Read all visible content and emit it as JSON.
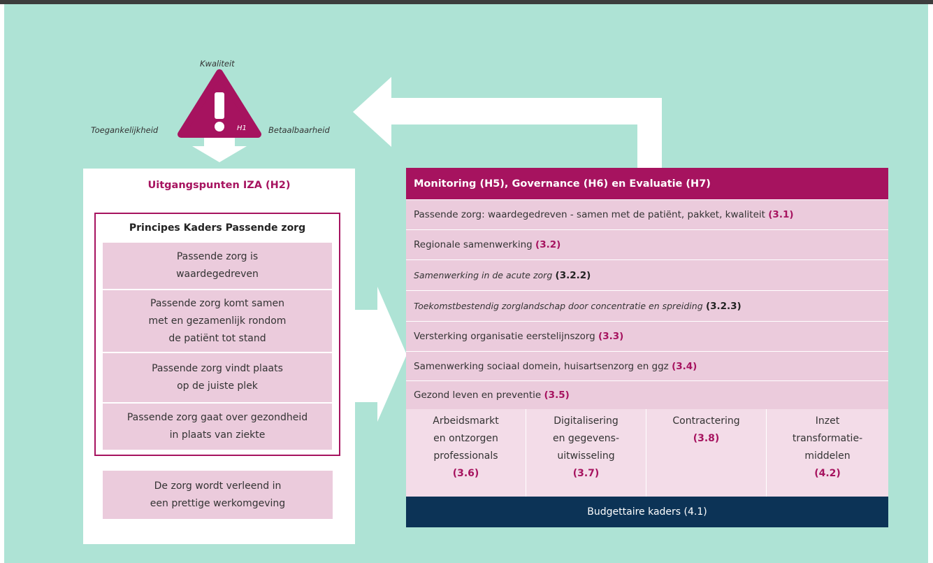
{
  "triangle": {
    "top_label": "Kwaliteit",
    "left_label": "Toegankelijkheid",
    "right_label": "Betaalbaarheid",
    "badge": "H1",
    "color": "#a6135f"
  },
  "left_panel": {
    "title": "Uitgangspunten IZA (H2)",
    "principles": {
      "title": "Principes Kaders Passende zorg",
      "items": [
        "Passende zorg is\nwaardegedreven",
        "Passende zorg komt samen\nmet en gezamenlijk rondom\nde patiënt tot stand",
        "Passende zorg vindt plaats\nop de juiste plek",
        "Passende zorg gaat over gezondheid\nin plaats van ziekte"
      ]
    },
    "work_environment": "De zorg wordt verleend in\neen prettige werkomgeving"
  },
  "right_panel": {
    "header": "Monitoring (H5), Governance (H6) en Evaluatie (H7)",
    "rows": [
      {
        "text": "Passende zorg: waardegedreven - samen met de patiënt, pakket, kwaliteit",
        "ref": "(3.1)",
        "italic": false
      },
      {
        "text": "Regionale samenwerking",
        "ref": "(3.2)",
        "italic": false
      },
      {
        "text": "Samenwerking in de acute zorg",
        "ref": "(3.2.2)",
        "italic": true
      },
      {
        "text": "Toekomstbestendig zorglandschap door concentratie en spreiding",
        "ref": "(3.2.3)",
        "italic": true
      },
      {
        "text": "Versterking organisatie eerstelijnszorg",
        "ref": "(3.3)",
        "italic": false
      },
      {
        "text": "Samenwerking sociaal domein, huisartsenzorg en ggz",
        "ref": "(3.4)",
        "italic": false
      },
      {
        "text": "Gezond leven en preventie",
        "ref": "(3.5)",
        "italic": false
      }
    ],
    "sub_blocks": [
      {
        "label": "Arbeidsmarkt\nen ontzorgen\nprofessionals",
        "ref": "(3.6)"
      },
      {
        "label": "Digitalisering\nen gegevens-\nuitwisseling",
        "ref": "(3.7)"
      },
      {
        "label": "Contractering",
        "ref": "(3.8)"
      },
      {
        "label": "Inzet\ntransformatie-\nmiddelen",
        "ref": "(4.2)"
      }
    ],
    "budget": "Budgettaire kaders (4.1)"
  },
  "colors": {
    "background": "#aee3d5",
    "magenta": "#a6135f",
    "pink_light": "#ebcbdc",
    "navy": "#0c3356"
  }
}
